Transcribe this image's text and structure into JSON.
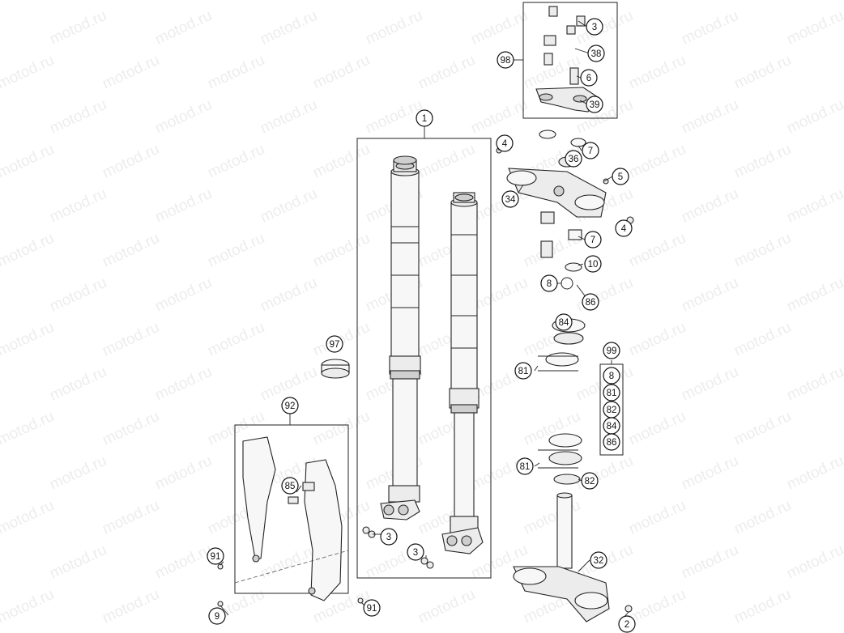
{
  "watermark": {
    "text": "motod.ru"
  },
  "callouts": [
    {
      "id": "c1",
      "label": "1"
    },
    {
      "id": "c2",
      "label": "2"
    },
    {
      "id": "c3a",
      "label": "3"
    },
    {
      "id": "c3b",
      "label": "3"
    },
    {
      "id": "c3c",
      "label": "3"
    },
    {
      "id": "c4a",
      "label": "4"
    },
    {
      "id": "c4b",
      "label": "4"
    },
    {
      "id": "c5",
      "label": "5"
    },
    {
      "id": "c6",
      "label": "6"
    },
    {
      "id": "c7a",
      "label": "7"
    },
    {
      "id": "c7b",
      "label": "7"
    },
    {
      "id": "c8a",
      "label": "8"
    },
    {
      "id": "c8b",
      "label": "8"
    },
    {
      "id": "c9",
      "label": "9"
    },
    {
      "id": "c10",
      "label": "10"
    },
    {
      "id": "c32",
      "label": "32"
    },
    {
      "id": "c34",
      "label": "34"
    },
    {
      "id": "c36",
      "label": "36"
    },
    {
      "id": "c38",
      "label": "38"
    },
    {
      "id": "c39",
      "label": "39"
    },
    {
      "id": "c81a",
      "label": "81"
    },
    {
      "id": "c81b",
      "label": "81"
    },
    {
      "id": "c81c",
      "label": "81"
    },
    {
      "id": "c82a",
      "label": "82"
    },
    {
      "id": "c82b",
      "label": "82"
    },
    {
      "id": "c84a",
      "label": "84"
    },
    {
      "id": "c84b",
      "label": "84"
    },
    {
      "id": "c85",
      "label": "85"
    },
    {
      "id": "c86a",
      "label": "86"
    },
    {
      "id": "c86b",
      "label": "86"
    },
    {
      "id": "c91a",
      "label": "91"
    },
    {
      "id": "c91b",
      "label": "91"
    },
    {
      "id": "c92",
      "label": "92"
    },
    {
      "id": "c97",
      "label": "97"
    },
    {
      "id": "c98",
      "label": "98"
    },
    {
      "id": "c99",
      "label": "99"
    }
  ]
}
